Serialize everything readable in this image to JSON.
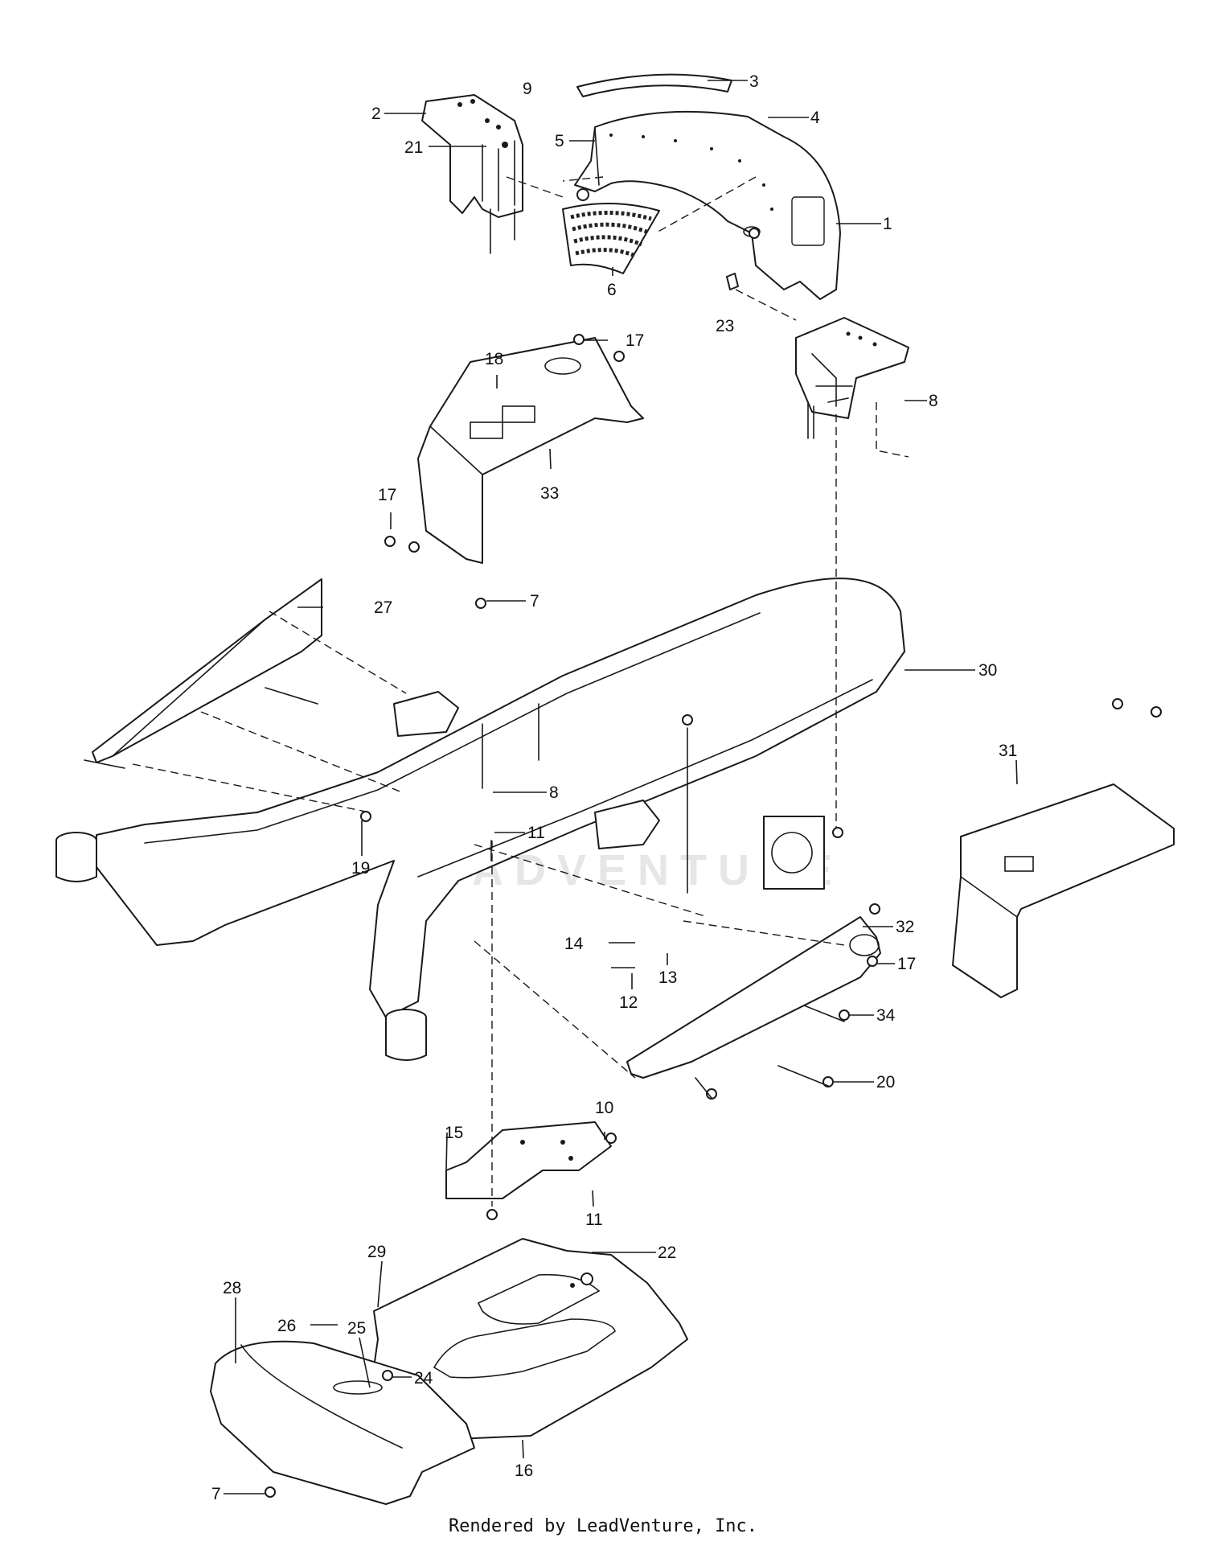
{
  "watermark": "LEADVENTURE",
  "footer": "Rendered by LeadVenture, Inc.",
  "callouts": [
    {
      "id": "c1",
      "label": "1"
    },
    {
      "id": "c2",
      "label": "2"
    },
    {
      "id": "c3",
      "label": "3"
    },
    {
      "id": "c4",
      "label": "4"
    },
    {
      "id": "c5",
      "label": "5"
    },
    {
      "id": "c6",
      "label": "6"
    },
    {
      "id": "c7a",
      "label": "7"
    },
    {
      "id": "c7b",
      "label": "7"
    },
    {
      "id": "c8a",
      "label": "8"
    },
    {
      "id": "c8b",
      "label": "8"
    },
    {
      "id": "c9",
      "label": "9"
    },
    {
      "id": "c10",
      "label": "10"
    },
    {
      "id": "c11a",
      "label": "11"
    },
    {
      "id": "c11b",
      "label": "11"
    },
    {
      "id": "c12",
      "label": "12"
    },
    {
      "id": "c13",
      "label": "13"
    },
    {
      "id": "c14",
      "label": "14"
    },
    {
      "id": "c15",
      "label": "15"
    },
    {
      "id": "c16",
      "label": "16"
    },
    {
      "id": "c17a",
      "label": "17"
    },
    {
      "id": "c17b",
      "label": "17"
    },
    {
      "id": "c17c",
      "label": "17"
    },
    {
      "id": "c18",
      "label": "18"
    },
    {
      "id": "c19",
      "label": "19"
    },
    {
      "id": "c20",
      "label": "20"
    },
    {
      "id": "c21",
      "label": "21"
    },
    {
      "id": "c22",
      "label": "22"
    },
    {
      "id": "c23",
      "label": "23"
    },
    {
      "id": "c24",
      "label": "24"
    },
    {
      "id": "c25",
      "label": "25"
    },
    {
      "id": "c26",
      "label": "26"
    },
    {
      "id": "c27",
      "label": "27"
    },
    {
      "id": "c28",
      "label": "28"
    },
    {
      "id": "c29",
      "label": "29"
    },
    {
      "id": "c30",
      "label": "30"
    },
    {
      "id": "c31",
      "label": "31"
    },
    {
      "id": "c32",
      "label": "32"
    },
    {
      "id": "c33",
      "label": "33"
    },
    {
      "id": "c34",
      "label": "34"
    }
  ]
}
